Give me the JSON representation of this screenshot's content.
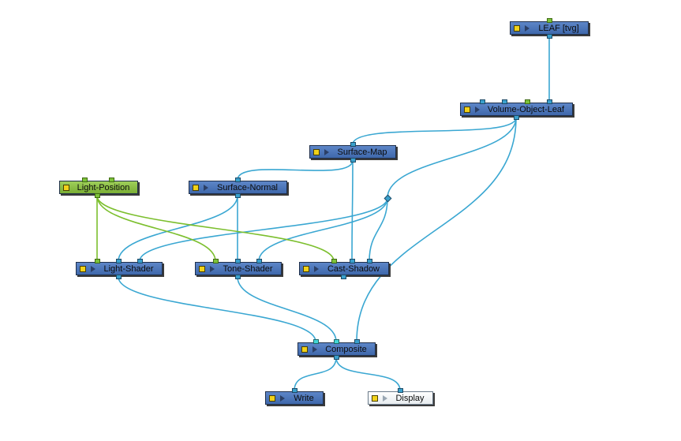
{
  "colors": {
    "cable_blue": "#3aa7d2",
    "cable_green": "#7cbf2e",
    "node_blue": "#4a73b8",
    "node_green": "#8cc046",
    "enable_yellow": "#f1d21a"
  },
  "nodes": {
    "leaf": {
      "label": "LEAF  [tvg]",
      "style": "blue"
    },
    "volume": {
      "label": "Volume-Object-Leaf",
      "style": "blue"
    },
    "surface_map": {
      "label": "Surface-Map",
      "style": "blue"
    },
    "light_position": {
      "label": "Light-Position",
      "style": "green"
    },
    "surface_normal": {
      "label": "Surface-Normal",
      "style": "blue"
    },
    "light_shader": {
      "label": "Light-Shader",
      "style": "blue"
    },
    "tone_shader": {
      "label": "Tone-Shader",
      "style": "blue"
    },
    "cast_shadow": {
      "label": "Cast-Shadow",
      "style": "blue"
    },
    "composite": {
      "label": "Composite",
      "style": "blue"
    },
    "write": {
      "label": "Write",
      "style": "blue"
    },
    "display": {
      "label": "Display",
      "style": "white"
    }
  },
  "connections": [
    {
      "from": "leaf",
      "to": "volume",
      "color": "blue"
    },
    {
      "from": "volume",
      "to": "surface_map",
      "color": "blue"
    },
    {
      "from": "surface_map",
      "to": "surface_normal",
      "color": "blue"
    },
    {
      "from": "surface_map",
      "to": "cast_shadow",
      "color": "blue"
    },
    {
      "from": "volume",
      "to": "junction",
      "color": "blue"
    },
    {
      "from": "volume",
      "to": "composite",
      "color": "blue"
    },
    {
      "from": "junction",
      "to": "light_shader",
      "color": "blue"
    },
    {
      "from": "junction",
      "to": "tone_shader",
      "color": "blue"
    },
    {
      "from": "junction",
      "to": "cast_shadow",
      "color": "blue"
    },
    {
      "from": "surface_normal",
      "to": "light_shader",
      "color": "blue"
    },
    {
      "from": "surface_normal",
      "to": "tone_shader",
      "color": "blue"
    },
    {
      "from": "light_position",
      "to": "light_shader",
      "color": "green"
    },
    {
      "from": "light_position",
      "to": "tone_shader",
      "color": "green"
    },
    {
      "from": "light_position",
      "to": "cast_shadow",
      "color": "green"
    },
    {
      "from": "light_shader",
      "to": "composite",
      "color": "blue"
    },
    {
      "from": "tone_shader",
      "to": "composite",
      "color": "blue"
    },
    {
      "from": "composite",
      "to": "write",
      "color": "blue"
    },
    {
      "from": "composite",
      "to": "display",
      "color": "blue"
    }
  ]
}
